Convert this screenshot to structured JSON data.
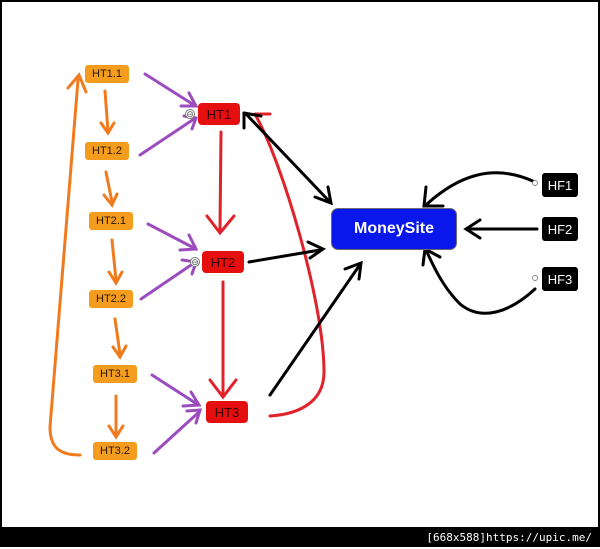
{
  "colors": {
    "orange_node": "#f39c1e",
    "red_node": "#e50f10",
    "money_node": "#0a17ea",
    "hf_node": "#000000",
    "orange_arrow": "#f07b1f",
    "purple_arrow": "#9b4dbe",
    "red_arrow": "#e0232b",
    "black_arrow": "#000000"
  },
  "nodes": {
    "ht1_1": "HT1.1",
    "ht1_2": "HT1.2",
    "ht2_1": "HT2.1",
    "ht2_2": "HT2.2",
    "ht3_1": "HT3.1",
    "ht3_2": "HT3.2",
    "ht1": "HT1",
    "ht2": "HT2",
    "ht3": "HT3",
    "money": "MoneySite",
    "hf1": "HF1",
    "hf2": "HF2",
    "hf3": "HF3"
  },
  "collapse_glyph": "⊖",
  "watermark": "[668x588]https://upic.me/"
}
